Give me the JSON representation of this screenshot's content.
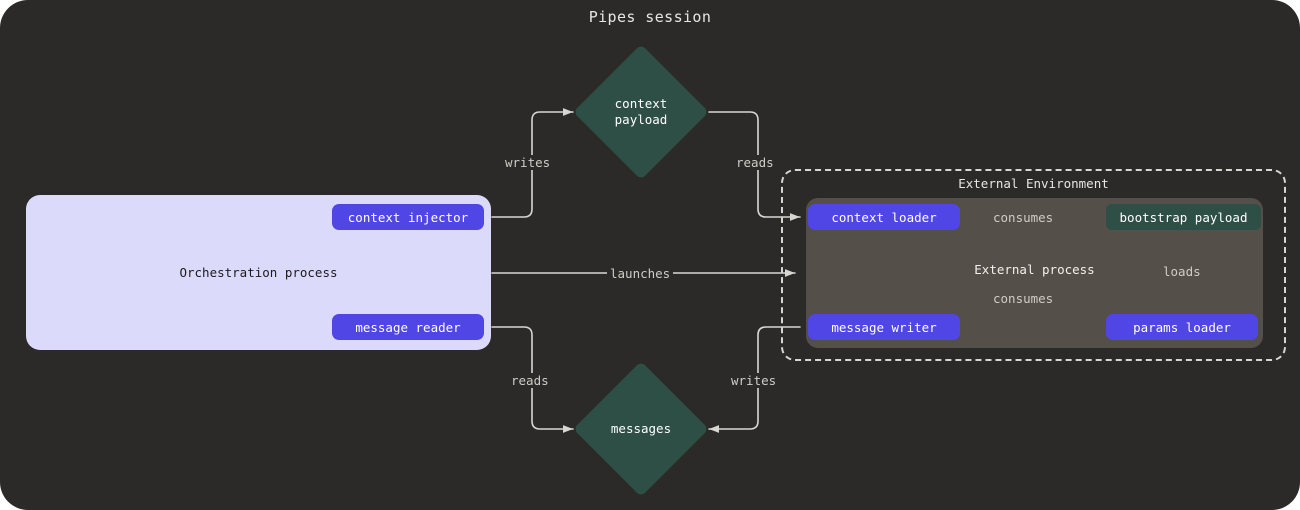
{
  "title": "Pipes session",
  "colors": {
    "canvas_bg": "#2b2a28",
    "orchestration_bg": "#dcdafb",
    "external_process_bg": "#544f48",
    "pill_accent": "#5046e5",
    "teal_node": "#2e4f45",
    "edge_stroke": "#d9d6d2",
    "edge_label_text": "#cfccc8"
  },
  "orchestration": {
    "label": "Orchestration process",
    "nodes": [
      {
        "id": "context-injector",
        "label": "context injector"
      },
      {
        "id": "message-reader",
        "label": "message reader"
      }
    ]
  },
  "external_environment": {
    "label": "External Environment",
    "process_label": "External process",
    "nodes": [
      {
        "id": "context-loader",
        "label": "context loader",
        "kind": "pill"
      },
      {
        "id": "bootstrap-payload",
        "label": "bootstrap payload",
        "kind": "rect"
      },
      {
        "id": "message-writer",
        "label": "message writer",
        "kind": "pill"
      },
      {
        "id": "params-loader",
        "label": "params loader",
        "kind": "pill"
      }
    ]
  },
  "stores": [
    {
      "id": "context-payload",
      "line1": "context",
      "line2": "payload"
    },
    {
      "id": "messages",
      "line1": "messages",
      "line2": ""
    }
  ],
  "edges": [
    {
      "id": "edge-writes-context",
      "label": "writes",
      "from": "context-injector",
      "to": "context-payload"
    },
    {
      "id": "edge-reads-context",
      "label": "reads",
      "from": "context-payload",
      "to": "context-loader"
    },
    {
      "id": "edge-launches",
      "label": "launches",
      "from": "orchestration-process",
      "to": "external-environment"
    },
    {
      "id": "edge-reads-messages",
      "label": "reads",
      "from": "messages",
      "to": "message-reader"
    },
    {
      "id": "edge-writes-messages",
      "label": "writes",
      "from": "message-writer",
      "to": "messages"
    },
    {
      "id": "edge-consumes-context",
      "label": "consumes",
      "from": "context-loader",
      "to": "bootstrap-payload"
    },
    {
      "id": "edge-consumes-message",
      "label": "consumes",
      "from": "message-writer",
      "to": "bootstrap-payload"
    },
    {
      "id": "edge-loads",
      "label": "loads",
      "from": "params-loader",
      "to": "bootstrap-payload"
    }
  ]
}
